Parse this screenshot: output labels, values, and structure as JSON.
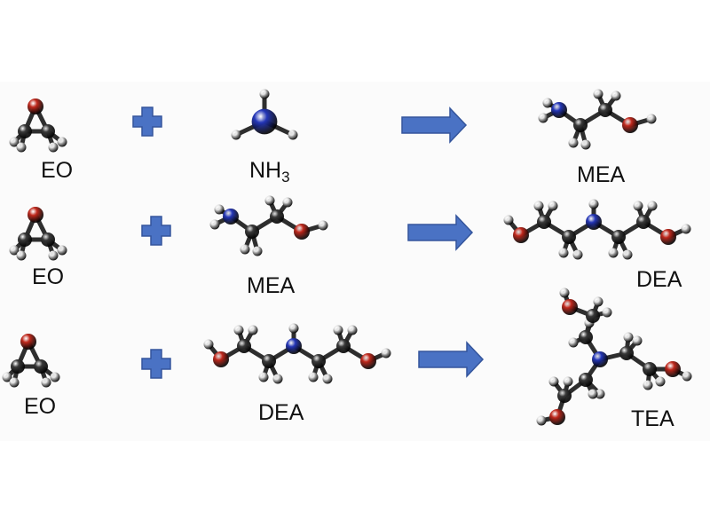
{
  "colors": {
    "carbon": "#3a3a3a",
    "oxygen": "#c0281c",
    "nitrogen": "#2436b8",
    "hydrogen": "#e6e6e6",
    "symbol": "#4a72c4",
    "symbol_stroke": "#34559c",
    "bond": "#d0d0d0"
  },
  "reactions": [
    {
      "reactant1": "EO",
      "reactant2_main": "NH",
      "reactant2_sub": "3",
      "product": "MEA"
    },
    {
      "reactant1": "EO",
      "reactant2_main": "MEA",
      "reactant2_sub": "",
      "product": "DEA"
    },
    {
      "reactant1": "EO",
      "reactant2_main": "DEA",
      "reactant2_sub": "",
      "product": "TEA"
    }
  ],
  "icons": [
    "plus-icon",
    "right-arrow-icon"
  ]
}
